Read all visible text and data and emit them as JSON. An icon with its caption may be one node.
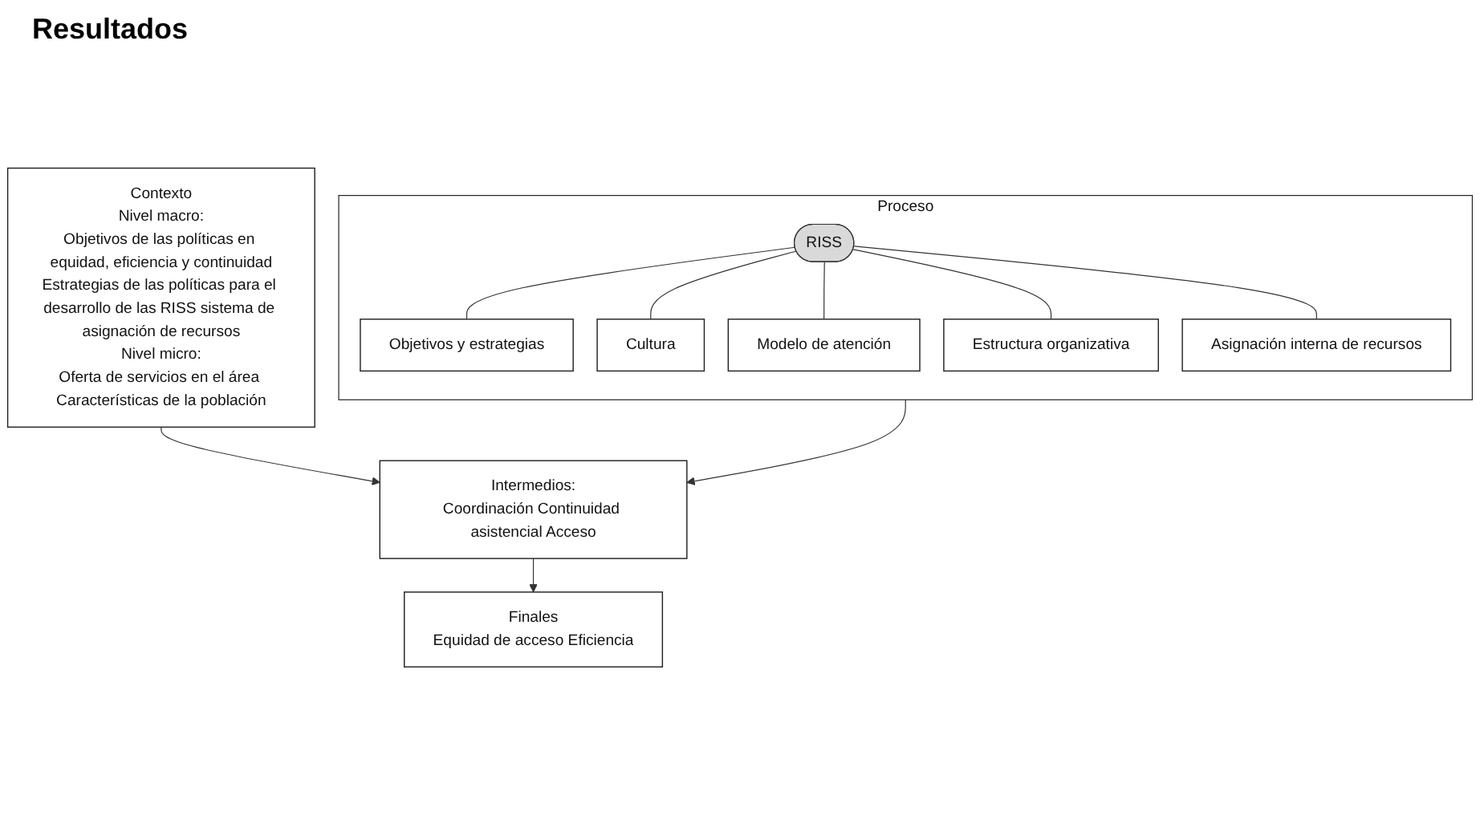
{
  "diagram": {
    "nodes": [
      {
        "text": [
          "Contexto",
          "Nivel macro:",
          "Objetivos de las políticas en equidad, eficiencia y continuidad",
          "Estrategias de las políticas para el desarrollo de las RISS sistema de asignación de recursos",
          "Nivel micro:",
          "Oferta de servicios en el área Características de la población"
        ]
      },
      {
        "text": [
          "Proceso"
        ]
      },
      {
        "text": [
          "Objetivos y estrategias"
        ],
        "in": 1
      },
      {
        "text": [
          "Cultura"
        ],
        "in": 1
      },
      {
        "text": [
          "Modelo de atención"
        ],
        "in": 1
      },
      {
        "text": [
          "RISS"
        ],
        "in": 1
      },
      {
        "text": [
          "Estructura organizativa"
        ],
        "in": 1
      },
      {
        "text": [
          "Asignación interna de recursos"
        ],
        "in": 1
      },
      {
        "text": [
          "Intermedios:",
          "Coordinación Continuidad asistencial Acceso"
        ]
      },
      {
        "text": [
          "Finales",
          "Equidad de acceso Eficiencia"
        ]
      }
    ],
    "edges": [
      {
        "from": 5,
        "to": 2,
        "arrow": "none"
      },
      {
        "from": 5,
        "to": 3,
        "arrow": "none"
      },
      {
        "from": 5,
        "to": 4,
        "arrow": "none"
      },
      {
        "from": 5,
        "to": 6,
        "arrow": "none"
      },
      {
        "from": 5,
        "to": 7,
        "arrow": "none"
      },
      {
        "from": 0,
        "to": 8,
        "arrow": "to"
      },
      {
        "from": 1,
        "to": 8,
        "arrow": "to"
      },
      {
        "from": 8,
        "to": 9,
        "arrow": "to"
      }
    ],
    "labels": [
      "Resultados"
    ]
  }
}
